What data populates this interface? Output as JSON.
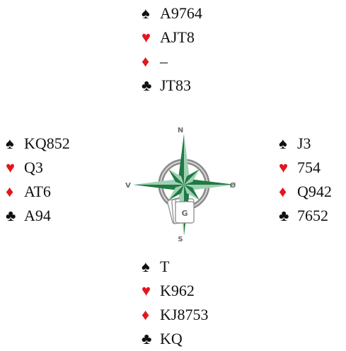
{
  "colors": {
    "black_suit": "#111111",
    "red_suit": "#e3161d",
    "compass_green": "#1f7a43",
    "compass_light": "#9fd0b4",
    "ring_gray": "#8a8a8a"
  },
  "compass": {
    "north": "N",
    "south": "S",
    "west": "V",
    "east": "Ø",
    "dealer": "G"
  },
  "hands": {
    "north": {
      "spades": {
        "symbol": "♠",
        "cards": "A9764"
      },
      "hearts": {
        "symbol": "♥",
        "cards": "AJT8"
      },
      "diamonds": {
        "symbol": "♦",
        "cards": "–"
      },
      "clubs": {
        "symbol": "♣",
        "cards": "JT83"
      }
    },
    "west": {
      "spades": {
        "symbol": "♠",
        "cards": "KQ852"
      },
      "hearts": {
        "symbol": "♥",
        "cards": "Q3"
      },
      "diamonds": {
        "symbol": "♦",
        "cards": "AT6"
      },
      "clubs": {
        "symbol": "♣",
        "cards": "A94"
      }
    },
    "east": {
      "spades": {
        "symbol": "♠",
        "cards": "J3"
      },
      "hearts": {
        "symbol": "♥",
        "cards": "754"
      },
      "diamonds": {
        "symbol": "♦",
        "cards": "Q942"
      },
      "clubs": {
        "symbol": "♣",
        "cards": "7652"
      }
    },
    "south": {
      "spades": {
        "symbol": "♠",
        "cards": "T"
      },
      "hearts": {
        "symbol": "♥",
        "cards": "K962"
      },
      "diamonds": {
        "symbol": "♦",
        "cards": "KJ8753"
      },
      "clubs": {
        "symbol": "♣",
        "cards": "KQ"
      }
    }
  }
}
